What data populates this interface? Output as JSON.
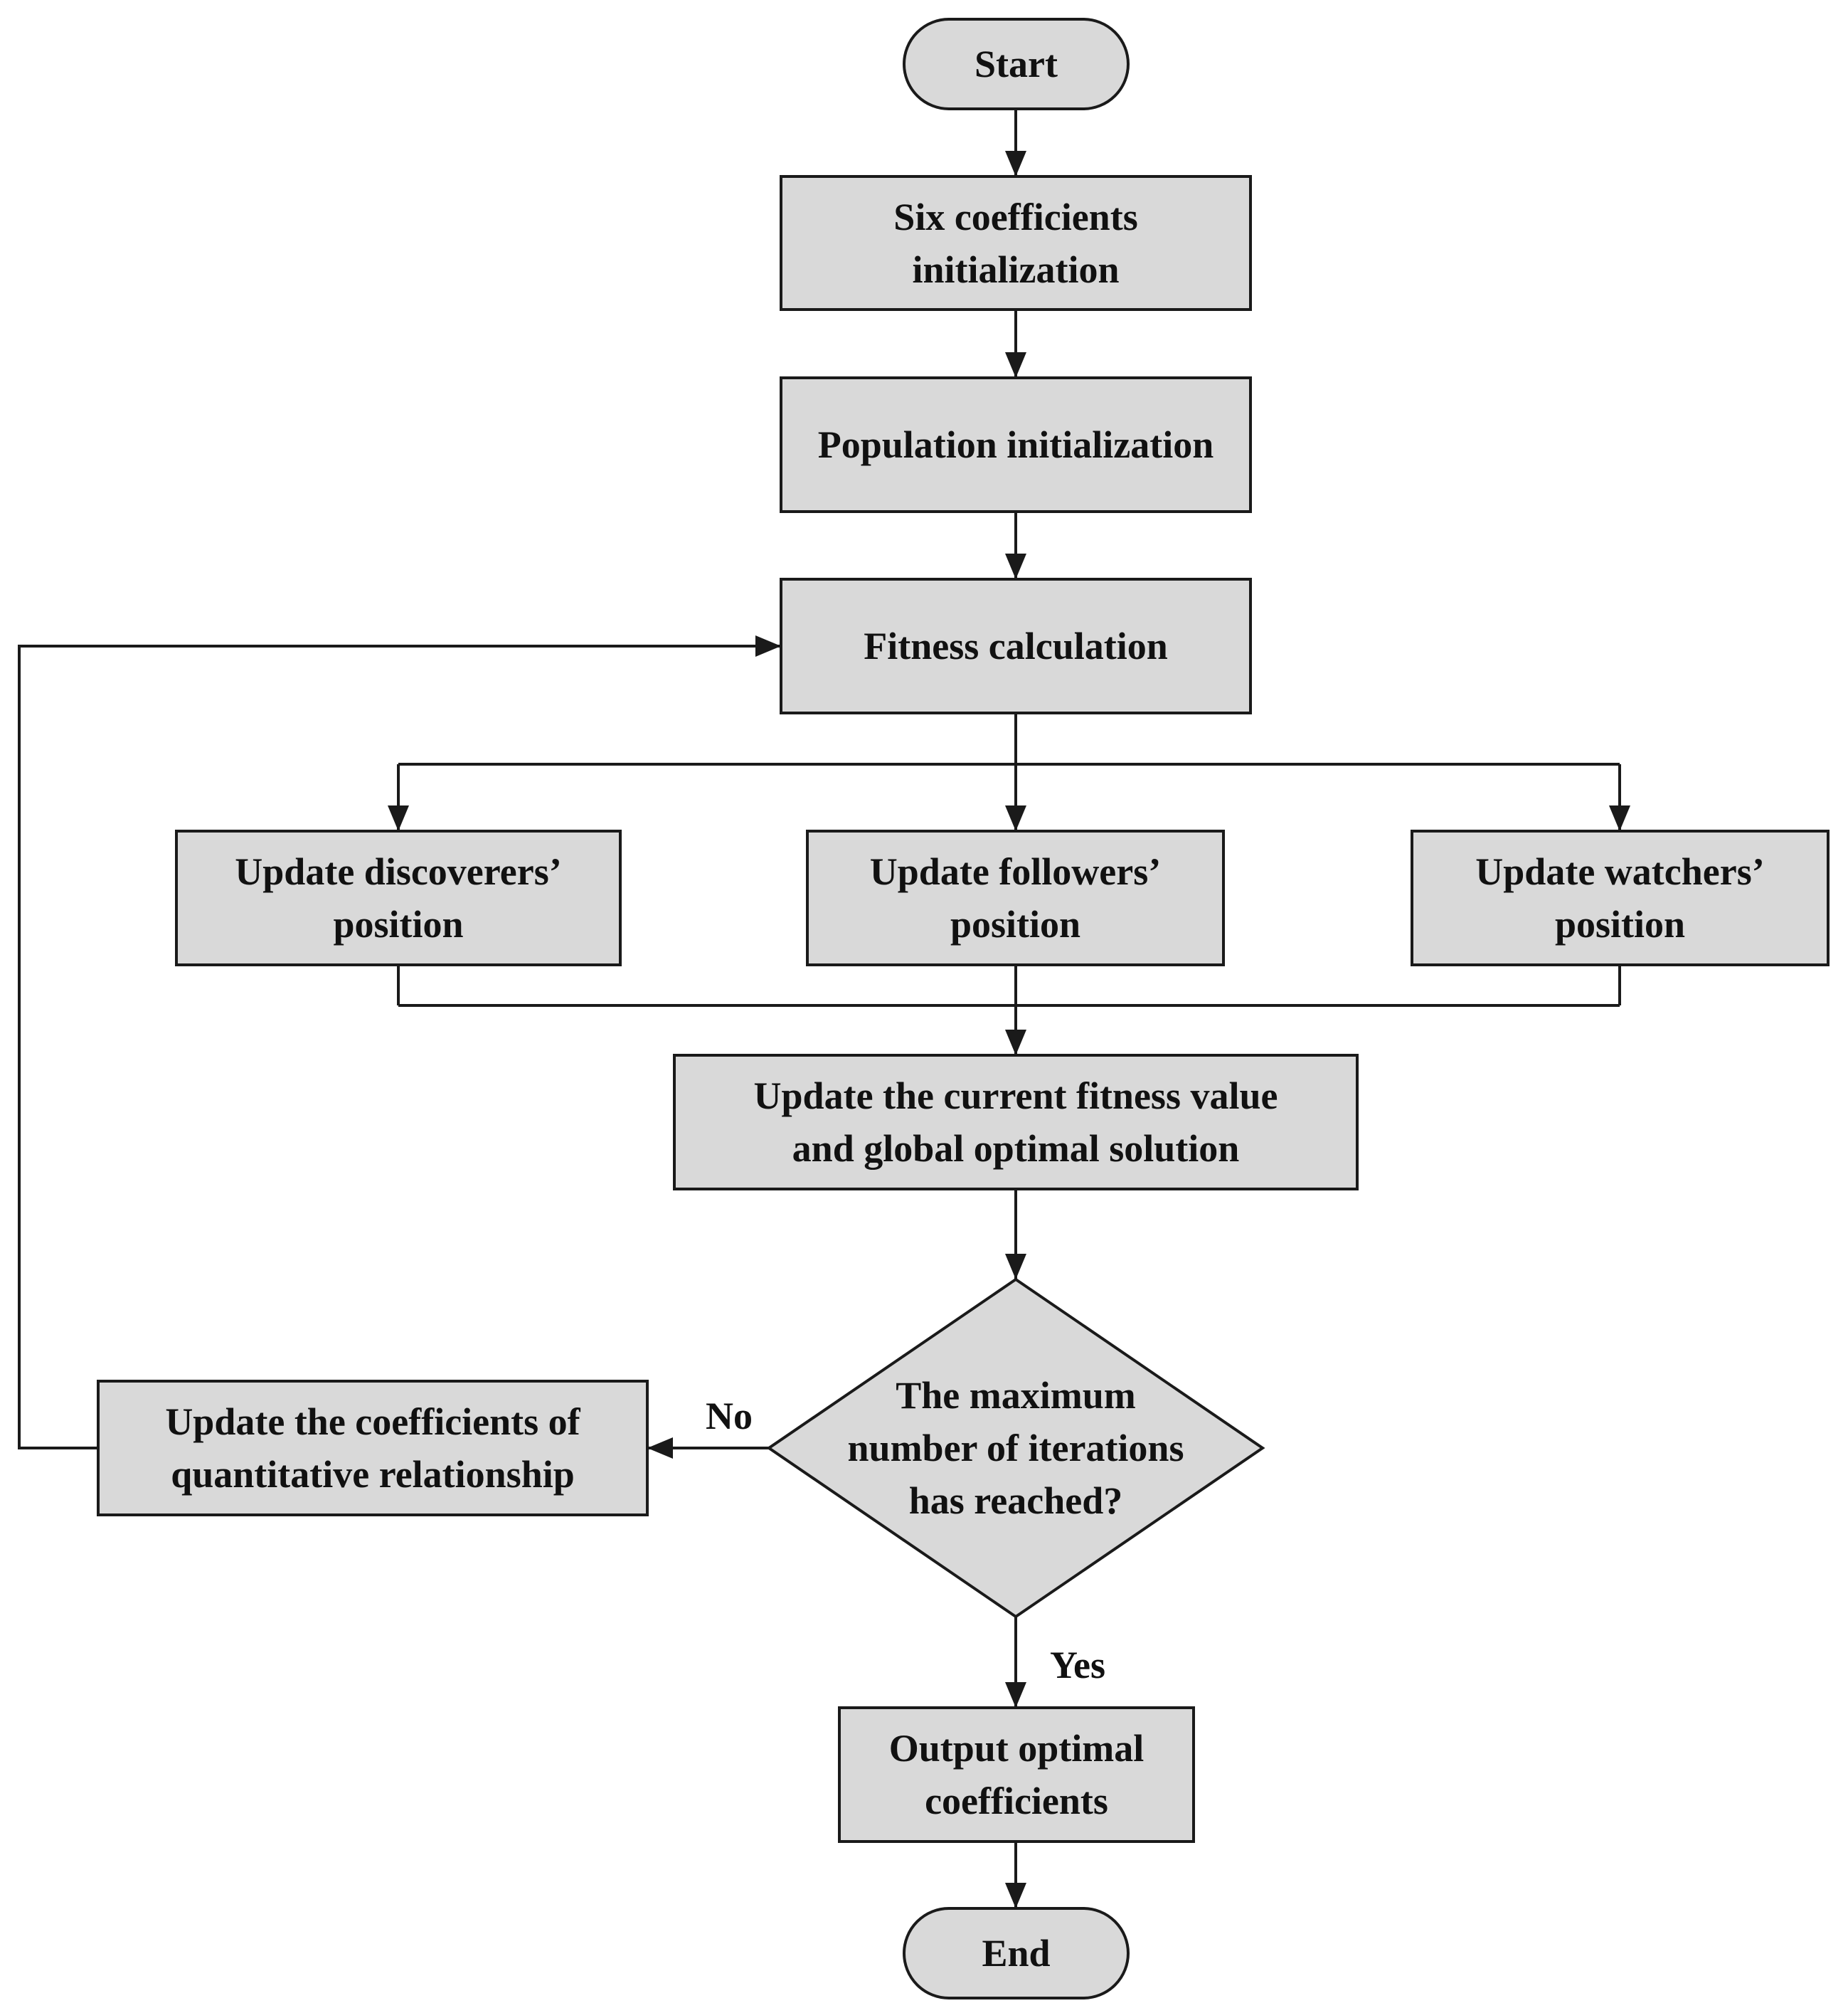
{
  "colors": {
    "fill": "#d9d9d9",
    "stroke": "#1a1a1a",
    "text": "#111111"
  },
  "nodes": {
    "start": {
      "lines": [
        "Start"
      ]
    },
    "init_coeff": {
      "lines": [
        "Six coefficients",
        "initialization"
      ]
    },
    "pop_init": {
      "lines": [
        "Population initialization"
      ]
    },
    "fitness": {
      "lines": [
        "Fitness calculation"
      ]
    },
    "discoverers": {
      "lines": [
        "Update discoverers’",
        "position"
      ]
    },
    "followers": {
      "lines": [
        "Update followers’",
        "position"
      ]
    },
    "watchers": {
      "lines": [
        "Update watchers’",
        "position"
      ]
    },
    "update_fitness": {
      "lines": [
        "Update the current fitness value",
        "and global optimal solution"
      ]
    },
    "decision": {
      "lines": [
        "The maximum",
        "number of iterations",
        "has reached?"
      ]
    },
    "update_coeff": {
      "lines": [
        "Update the coefficients of",
        "quantitative relationship"
      ]
    },
    "output": {
      "lines": [
        "Output optimal",
        "coefficients"
      ]
    },
    "end": {
      "lines": [
        "End"
      ]
    }
  },
  "edge_labels": {
    "no": "No",
    "yes": "Yes"
  }
}
